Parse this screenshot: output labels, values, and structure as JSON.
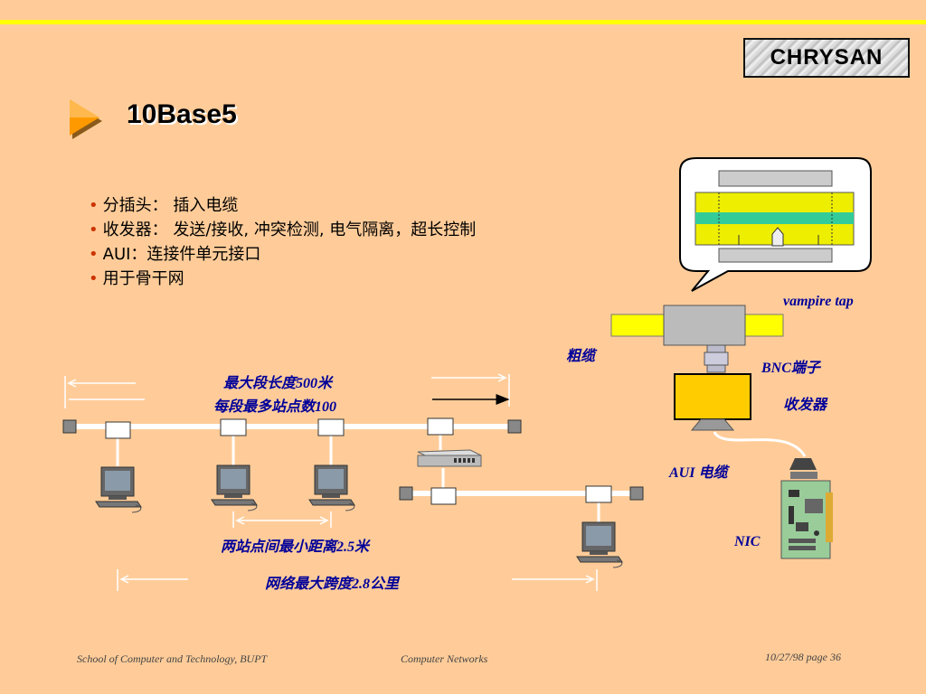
{
  "logo": "CHRYSAN",
  "title": "10Base5",
  "bullets": [
    "分插头：   插入电缆",
    "收发器： 发送/接收, 冲突检测, 电气隔离，超长控制",
    "AUI：连接件单元接口",
    "用于骨干网"
  ],
  "labels": {
    "vampire_tap": "vampire tap",
    "coarse_cable": "粗缆",
    "bnc": "BNC端子",
    "transceiver": "收发器",
    "aui_cable": "AUI 电缆",
    "nic": "NIC",
    "max_segment": "最大段长度500米",
    "max_stations": "每段最多站点数100",
    "min_distance": "两站点间最小距离2.5米",
    "max_span": "网络最大跨度2.8公里"
  },
  "footer": {
    "school": "School of Computer and Technology, BUPT",
    "course": "Computer  Networks",
    "date_page": "10/27/98   page 36"
  },
  "colors": {
    "background": "#FFCC99",
    "accent_line": "#FFFF00",
    "label_blue": "#000099",
    "cable_yellow": "#FFFF00"
  }
}
